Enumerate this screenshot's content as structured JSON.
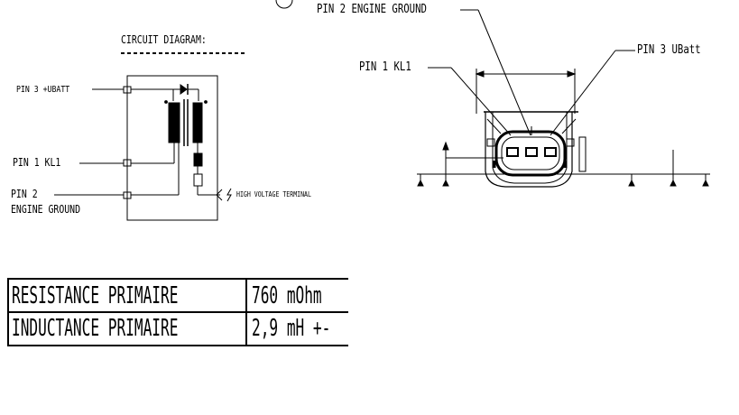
{
  "circuit": {
    "title": "CIRCUIT DIAGRAM:",
    "pin3_label": "PIN 3 +UBATT",
    "pin1_label": "PIN 1 KL1",
    "pin2_label_line1": "PIN 2",
    "pin2_label_line2": "ENGINE GROUND",
    "hv_terminal_label": "HIGH VOLTAGE TERMINAL"
  },
  "connector": {
    "pin2_label": "PIN 2 ENGINE GROUND",
    "pin1_label": "PIN 1 KL1",
    "pin3_label": "PIN 3 UBatt"
  },
  "specs": {
    "rows": [
      {
        "label": "RESISTANCE PRIMAIRE",
        "value": "760 mOhm"
      },
      {
        "label": "INDUCTANCE PRIMAIRE",
        "value": "2,9 mH +-"
      }
    ]
  },
  "colors": {
    "line": "#000000",
    "background": "#ffffff"
  }
}
